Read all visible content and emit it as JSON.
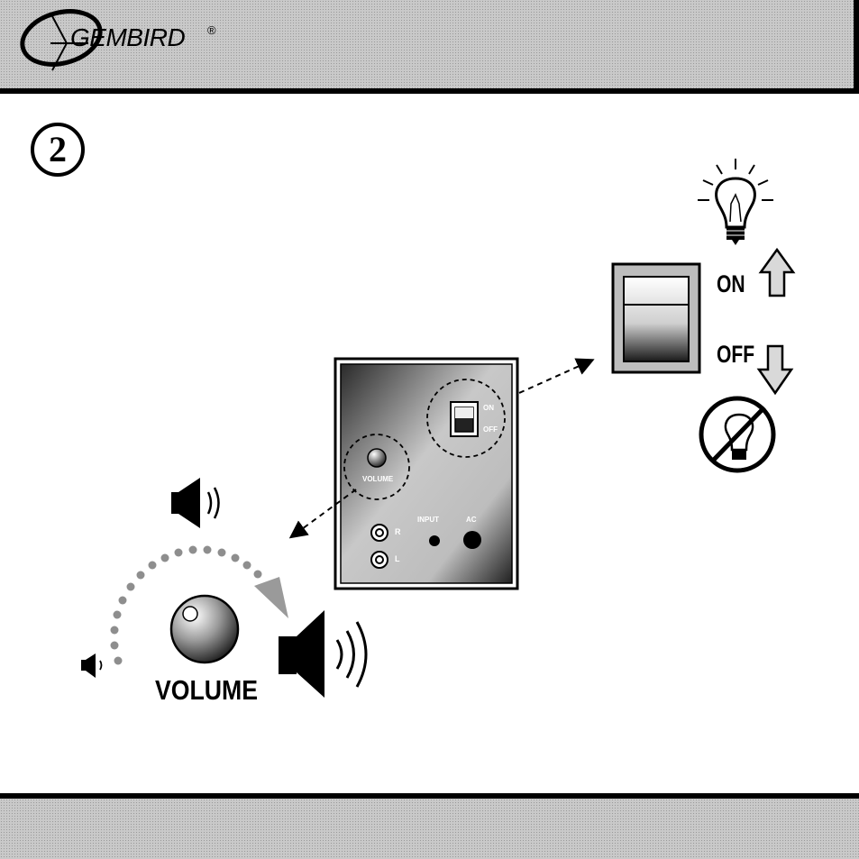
{
  "header": {
    "logo_text": "GEMBIRD",
    "registered_mark": "®"
  },
  "step": {
    "number": "2"
  },
  "switch_labels": {
    "on": "ON",
    "off": "OFF"
  },
  "panel": {
    "switch_on": "ON",
    "switch_off": "OFF",
    "volume": "VOLUME",
    "input": "INPUT",
    "ac": "AC",
    "channel_r": "R",
    "channel_l": "L"
  },
  "volume_label": "VOLUME",
  "icons": [
    "gembird-logo-icon",
    "light-bulb-on-icon",
    "light-bulb-off-icon",
    "arrow-up-icon",
    "arrow-down-icon",
    "speaker-medium-icon",
    "speaker-low-icon",
    "speaker-loud-icon",
    "volume-knob-icon",
    "rocker-switch-icon"
  ]
}
